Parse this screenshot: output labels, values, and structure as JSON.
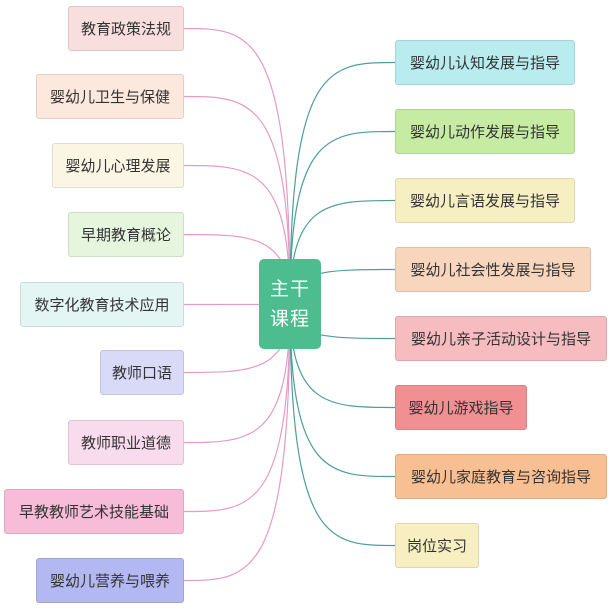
{
  "center": {
    "line1": "主干",
    "line2": "课程",
    "color": "#4dbd8f"
  },
  "left_color": "#e59bc4",
  "right_color": "#4e9e9b",
  "left": [
    {
      "label": "教育政策法规",
      "bg": "#f9dede"
    },
    {
      "label": "婴幼儿卫生与保健",
      "bg": "#fce8dc"
    },
    {
      "label": "婴幼儿心理发展",
      "bg": "#fbf5e3"
    },
    {
      "label": "早期教育概论",
      "bg": "#e6f6de"
    },
    {
      "label": "数字化教育技术应用",
      "bg": "#e3f6f4"
    },
    {
      "label": "教师口语",
      "bg": "#d8daf8"
    },
    {
      "label": "教师职业道德",
      "bg": "#f8dcee"
    },
    {
      "label": "早教教师艺术技能基础",
      "bg": "#f6bcd8"
    },
    {
      "label": "婴幼儿营养与喂养",
      "bg": "#b3b7f2"
    }
  ],
  "right": [
    {
      "label": "婴幼儿认知发展与指导",
      "bg": "#b9ecef"
    },
    {
      "label": "婴幼儿动作发展与指导",
      "bg": "#c6eca4"
    },
    {
      "label": "婴幼儿言语发展与指导",
      "bg": "#f6efc2"
    },
    {
      "label": "婴幼儿社会性发展与指导",
      "bg": "#f8d6be"
    },
    {
      "label": "婴幼儿亲子活动设计与指导",
      "bg": "#f7bcc0"
    },
    {
      "label": "婴幼儿游戏指导",
      "bg": "#f09092"
    },
    {
      "label": "婴幼儿家庭教育与咨询指导",
      "bg": "#f8bf92"
    },
    {
      "label": "岗位实习",
      "bg": "#f7efc2"
    }
  ]
}
